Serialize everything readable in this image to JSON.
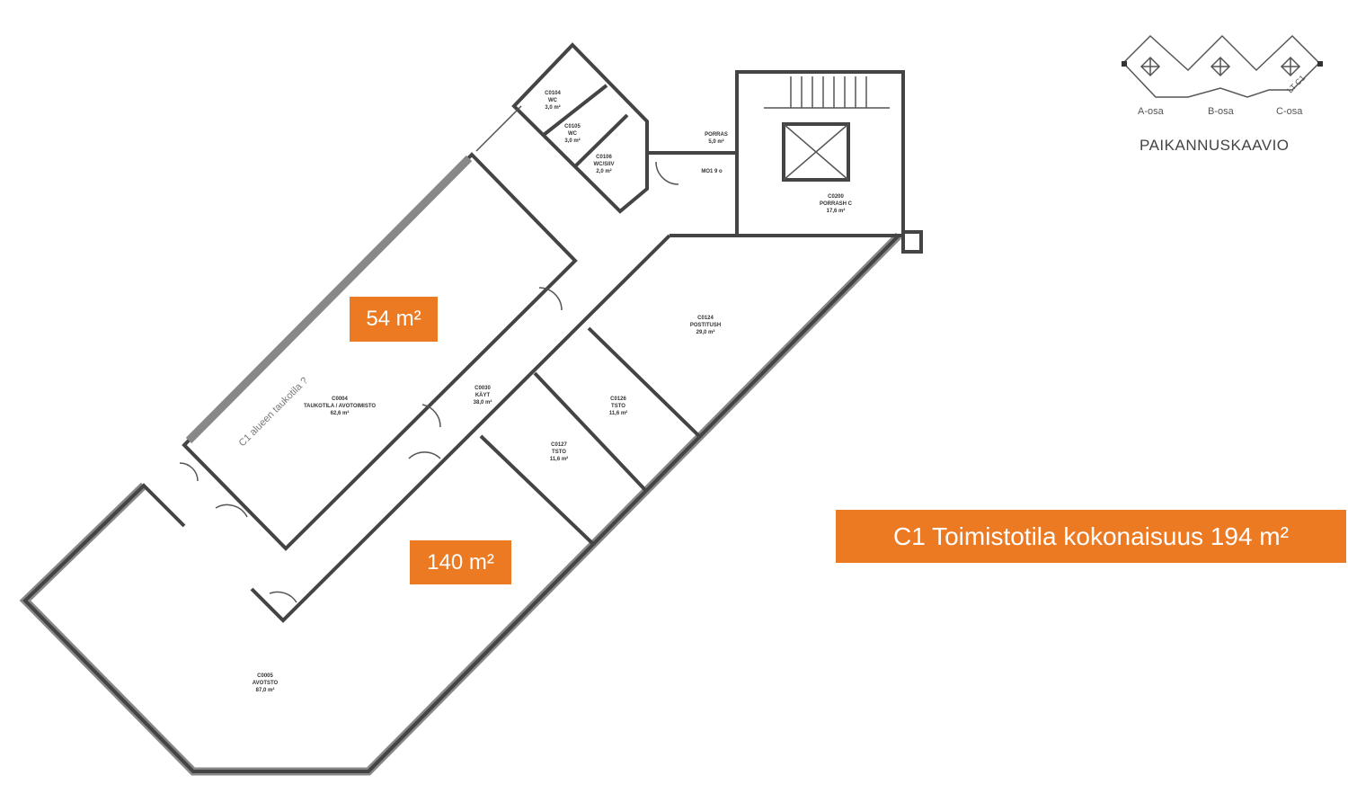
{
  "areas": {
    "room_54": "54 m²",
    "room_140": "140 m²",
    "total": "C1 Toimistotila kokonaisuus 194 m²"
  },
  "key_plan": {
    "title": "PAIKANNUSKAAVIO",
    "sections": [
      "A-osa",
      "B-osa",
      "C-osa"
    ],
    "marker": "LT C1"
  },
  "rooms": [
    {
      "code": "C0104",
      "name": "WC",
      "area": "3,0 m²"
    },
    {
      "code": "C0105",
      "name": "WC",
      "area": "3,0 m²"
    },
    {
      "code": "C0106",
      "name": "WC/SIIV",
      "area": "2,0 m²"
    },
    {
      "code": "",
      "name": "PORRAS",
      "area": "5,0 m²"
    },
    {
      "code": "C0200",
      "name": "PORRASH C",
      "area": "17,6 m²"
    },
    {
      "code": "C0124",
      "name": "POSTITUSH",
      "area": "29,0 m²"
    },
    {
      "code": "C0004",
      "name": "TAUKOTILA / AVOTOIMISTO",
      "area": "62,6 m²"
    },
    {
      "code": "C0030",
      "name": "KÄYT",
      "area": "38,0 m²"
    },
    {
      "code": "C0126",
      "name": "TSTO",
      "area": "11,6 m²"
    },
    {
      "code": "C0127",
      "name": "TSTO",
      "area": "11,6 m²"
    },
    {
      "code": "C0005",
      "name": "AVOTSTO",
      "area": "87,0 m²"
    }
  ],
  "annotations": {
    "kitchen_note": "C1 alueen taukotila ?",
    "door_note": "MO1 9 o"
  },
  "colors": {
    "accent": "#ec7a23"
  }
}
